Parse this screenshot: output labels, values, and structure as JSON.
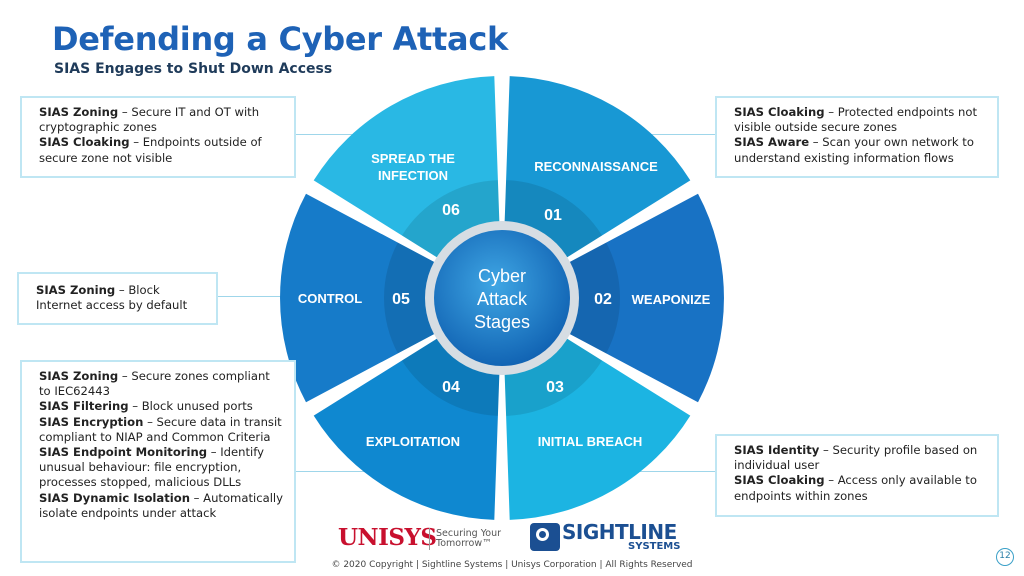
{
  "header": {
    "title": "Defending a Cyber Attack",
    "subtitle": "SIAS Engages to Shut Down Access"
  },
  "center": {
    "line1": "Cyber",
    "line2": "Attack",
    "line3": "Stages"
  },
  "stages": [
    {
      "num": "01",
      "label": "RECONNAISSANCE",
      "color": "#1898d4"
    },
    {
      "num": "02",
      "label": "WEAPONIZE",
      "color": "#1872c4"
    },
    {
      "num": "03",
      "label": "INITIAL BREACH",
      "color": "#1cb4e2"
    },
    {
      "num": "04",
      "label": "EXPLOITATION",
      "color": "#0f88d0"
    },
    {
      "num": "05",
      "label": "CONTROL",
      "color": "#167bc9"
    },
    {
      "num": "06",
      "label": "SPREAD THE",
      "label2": "INFECTION",
      "color": "#29b8e4"
    }
  ],
  "boxes": {
    "top_left": [
      {
        "name": "SIAS Zoning",
        "text": " – Secure IT and OT with cryptographic zones"
      },
      {
        "name": "SIAS Cloaking",
        "text": " – Endpoints outside of secure zone not visible"
      }
    ],
    "top_right": [
      {
        "name": "SIAS Cloaking",
        "text": " – Protected endpoints not visible outside secure zones"
      },
      {
        "name": "SIAS Aware",
        "text": " – Scan your own network to understand existing information flows"
      }
    ],
    "mid_left": [
      {
        "name": "SIAS Zoning",
        "text": " – Block Internet access by default"
      }
    ],
    "bottom_left": [
      {
        "name": "SIAS Zoning",
        "text": " – Secure zones compliant to IEC62443"
      },
      {
        "name": "SIAS Filtering",
        "text": " – Block unused ports"
      },
      {
        "name": "SIAS Encryption",
        "text": " – Secure data in transit compliant to NIAP and Common Criteria"
      },
      {
        "name": "SIAS Endpoint Monitoring",
        "text": " – Identify unusual behaviour: file encryption, processes stopped, malicious DLLs"
      },
      {
        "name": "SIAS Dynamic Isolation",
        "text": " – Automatically isolate endpoints under attack"
      }
    ],
    "bottom_right": [
      {
        "name": "SIAS Identity",
        "text": " – Security profile based on individual user"
      },
      {
        "name": "SIAS Cloaking",
        "text": " – Access only available to endpoints within zones"
      }
    ]
  },
  "logos": {
    "unisys": "UNISYS",
    "unisys_tag1": "Securing Your",
    "unisys_tag2": "Tomorrow™",
    "sightline": "SIGHTLINE",
    "sightline_sub": "SYSTEMS"
  },
  "footer": {
    "copyright": "© 2020 Copyright | Sightline Systems | Unisys Corporation | All Rights Reserved",
    "page": "12"
  }
}
